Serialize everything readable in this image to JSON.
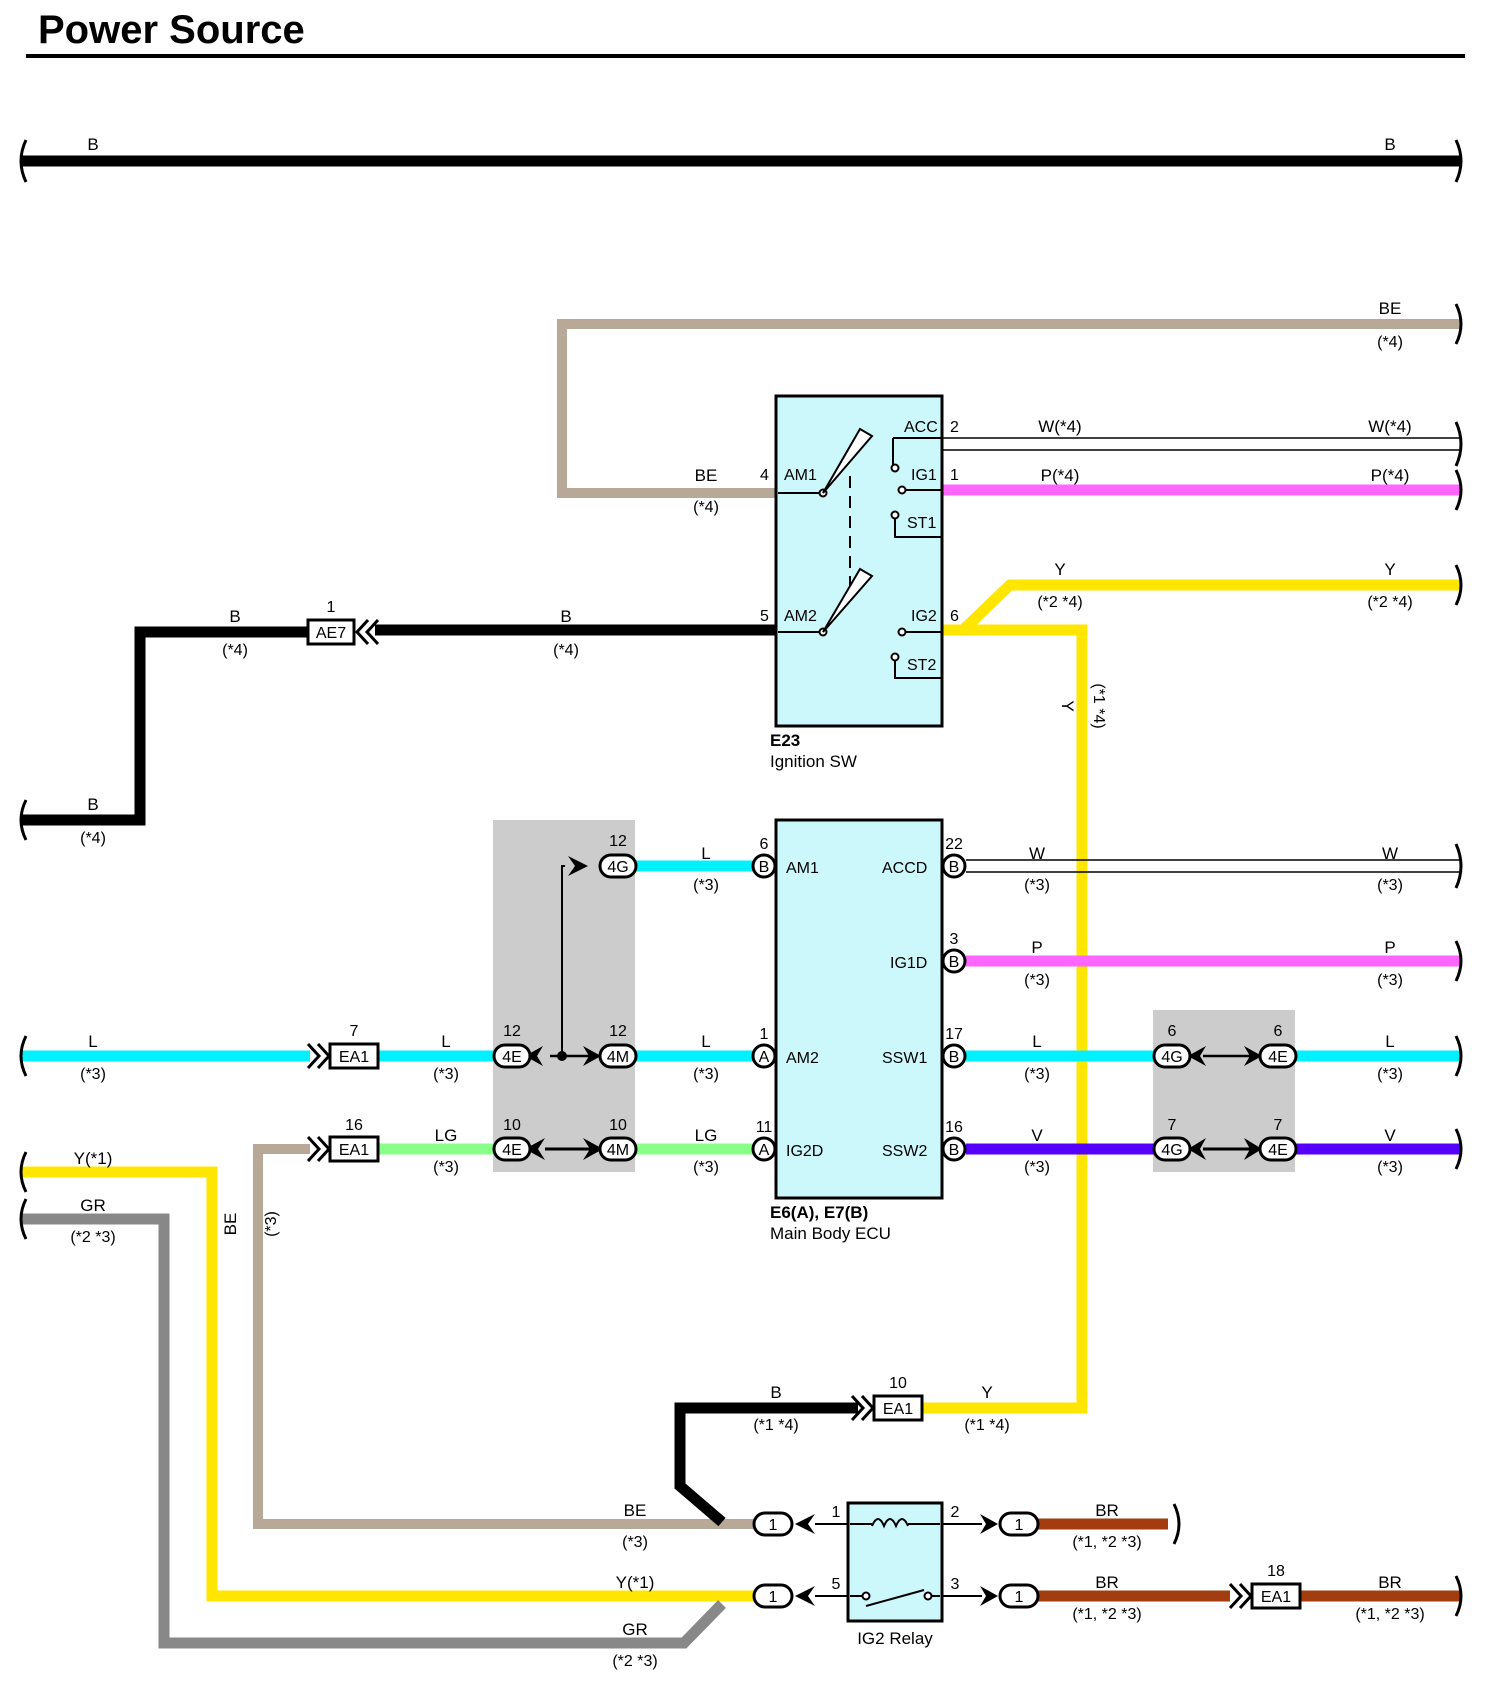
{
  "title": "Power Source",
  "colors": {
    "B": "#000000",
    "BE": "#b8a898",
    "W": "#000000",
    "P": "#ff66ff",
    "Y": "#ffe600",
    "L": "#00f0ff",
    "LG": "#88ff88",
    "V": "#5500ff",
    "GR": "#888888",
    "BR": "#a33d0f",
    "component_fill": "#ccf8fc",
    "splice_fill": "#cccccc"
  },
  "components": {
    "ignition_sw": {
      "code": "E23",
      "name": "Ignition SW",
      "pins": {
        "am1": "AM1",
        "am2": "AM2",
        "acc": "ACC",
        "ig1": "IG1",
        "st1": "ST1",
        "ig2": "IG2",
        "st2": "ST2",
        "n4": "4",
        "n5": "5",
        "n2": "2",
        "n1": "1",
        "n6": "6"
      }
    },
    "main_body_ecu": {
      "code": "E6(A),  E7(B)",
      "name": "Main Body ECU",
      "pins": {
        "am1": "AM1",
        "am2": "AM2",
        "ig2d": "IG2D",
        "accd": "ACCD",
        "ig1d": "IG1D",
        "ssw1": "SSW1",
        "ssw2": "SSW2",
        "n6": "6",
        "n1": "1",
        "n11": "11",
        "n22": "22",
        "n3": "3",
        "n17": "17",
        "n16": "16",
        "a": "A",
        "b": "B"
      }
    },
    "ig2_relay": {
      "name": "IG2 Relay",
      "pins": {
        "n1": "1",
        "n2": "2",
        "n3": "3",
        "n5": "5"
      }
    }
  },
  "connectors": {
    "ae7": "AE7",
    "ea1": "EA1",
    "c4e": "4E",
    "c4g": "4G",
    "c4m": "4M",
    "one": "1"
  },
  "pin_numbers": {
    "ae7": "1",
    "ea1_l": "7",
    "ea1_be": "16",
    "ea1_y": "10",
    "ea1_br": "18",
    "s12": "12",
    "s10": "10",
    "s6": "6",
    "s7": "7",
    "r1": "1",
    "r2": "2",
    "r3": "3",
    "r5": "5"
  },
  "wire_labels": {
    "b": "B",
    "be": "BE",
    "w": "W",
    "w4": "W(*4)",
    "p": "P",
    "p4": "P(*4)",
    "y": "Y",
    "y1": "Y(*1)",
    "l": "L",
    "lg": "LG",
    "v": "V",
    "gr": "GR",
    "br": "BR"
  },
  "notes": {
    "n3": "(*3)",
    "n4": "(*4)",
    "n24": "(*2 *4)",
    "n14": "(*1 *4)",
    "n23": "(*2 *3)",
    "n123": "(*1, *2 *3)"
  }
}
